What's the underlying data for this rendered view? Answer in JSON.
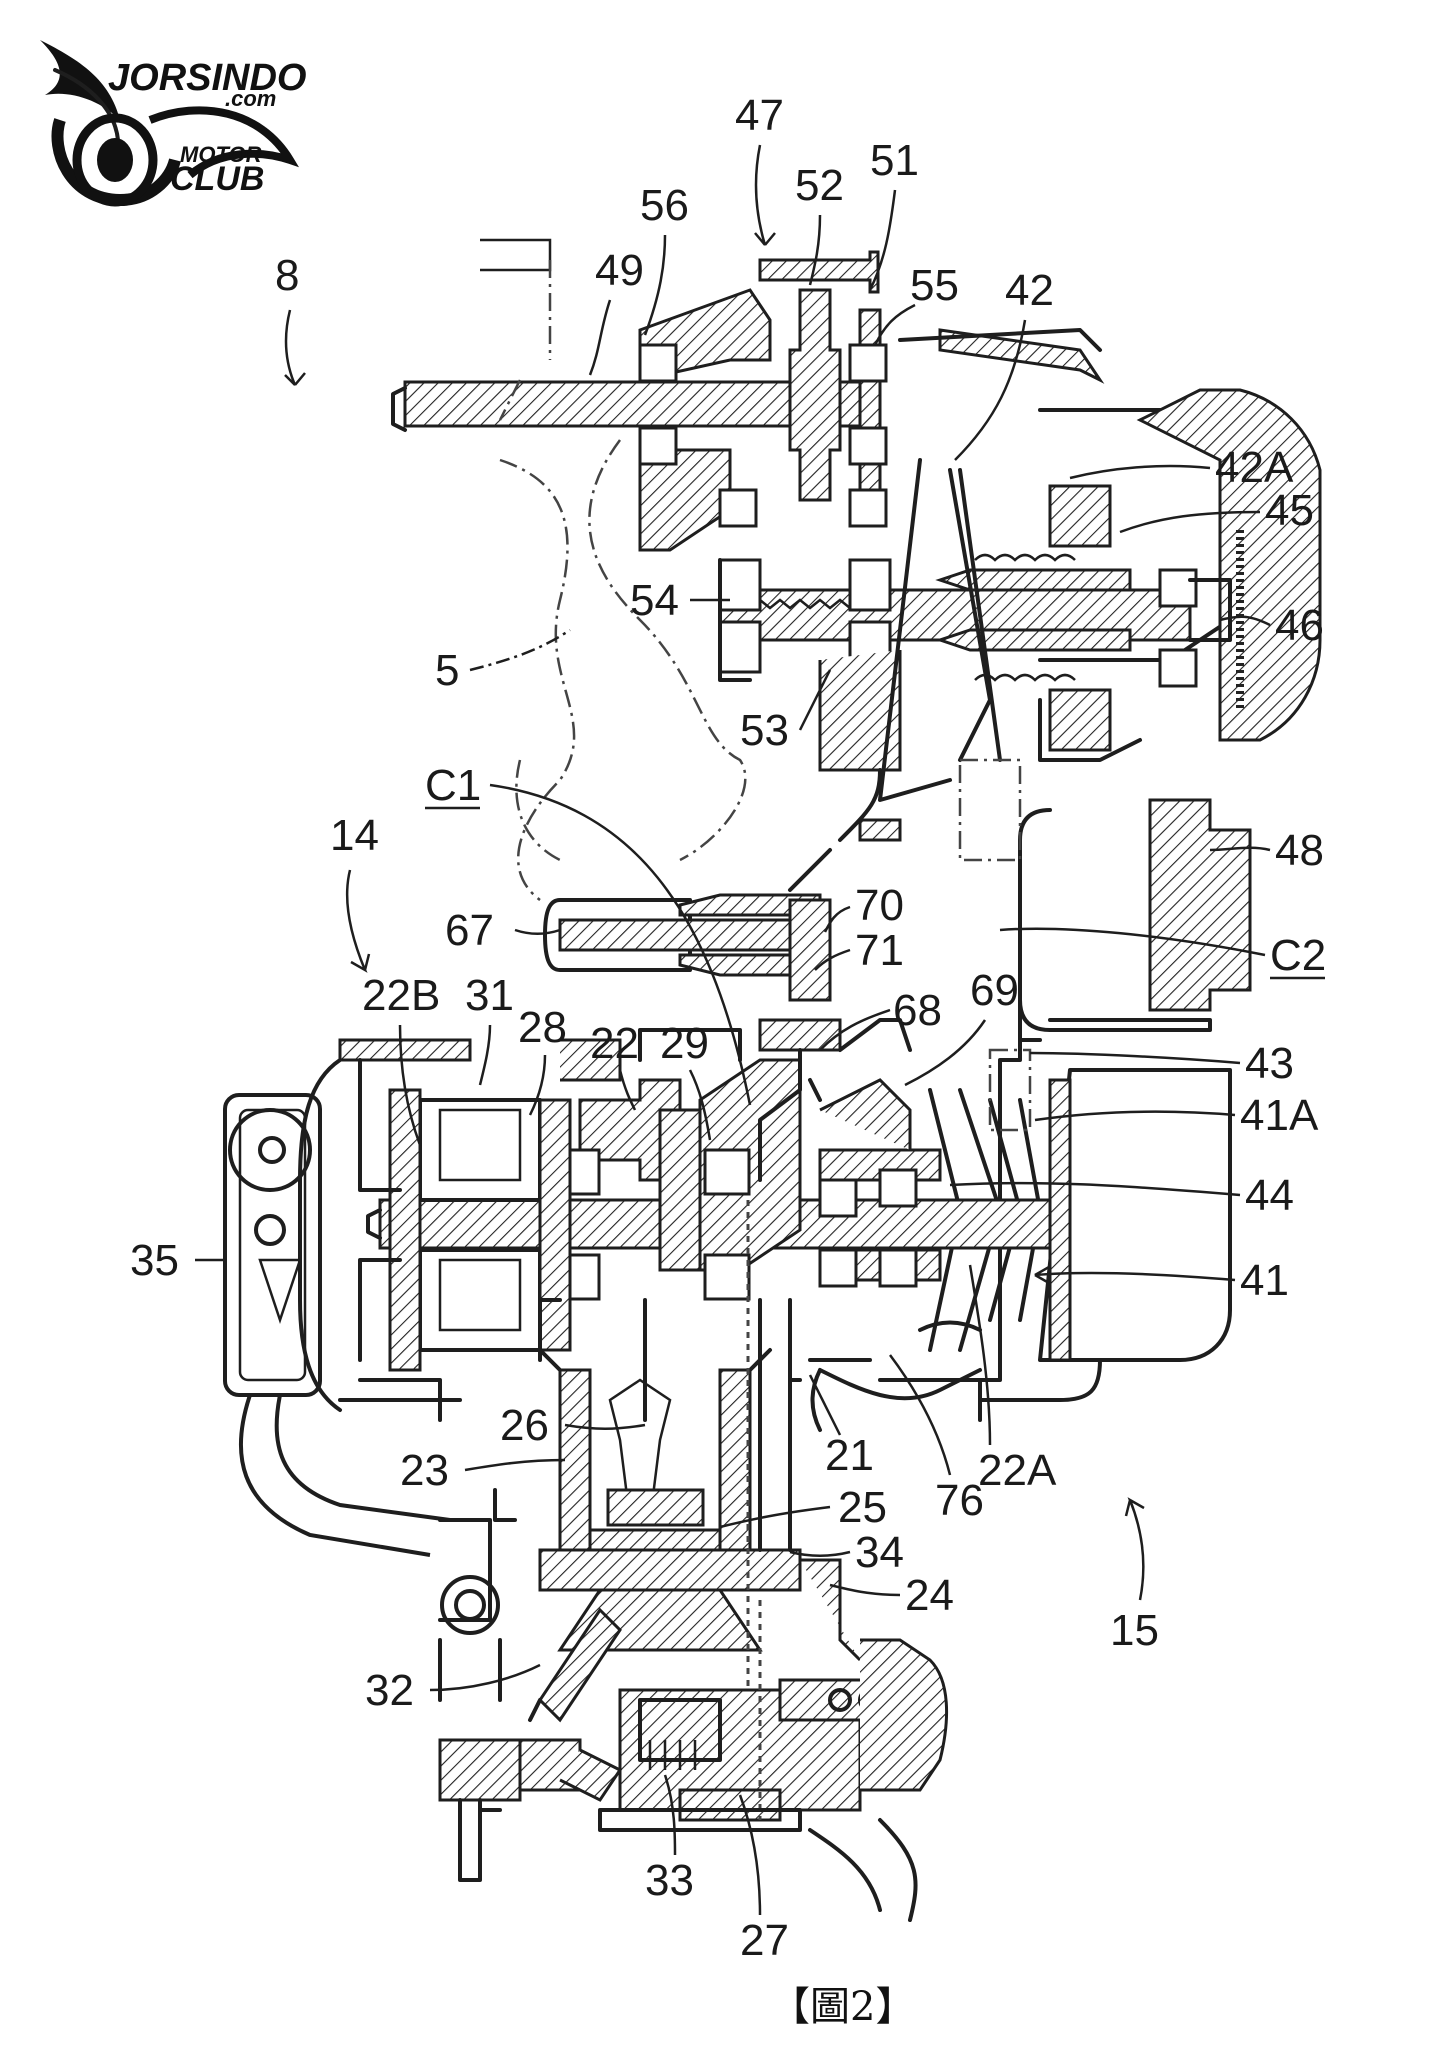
{
  "logo": {
    "line1": "JORSINDO",
    "line2": ".com",
    "line3": "MOTOR",
    "line4": "CLUB"
  },
  "caption": "【圖2】",
  "labels": {
    "l8": "8",
    "l47": "47",
    "l51": "51",
    "l52": "52",
    "l56": "56",
    "l49": "49",
    "l55": "55",
    "l42": "42",
    "l42A": "42A",
    "l45": "45",
    "l54": "54",
    "l46": "46",
    "l5": "5",
    "l53": "53",
    "lC1": "C1",
    "l14": "14",
    "l48": "48",
    "l70": "70",
    "l67": "67",
    "l71": "71",
    "lC2": "C2",
    "l69": "69",
    "l22B": "22B",
    "l31": "31",
    "l28": "28",
    "l22": "22",
    "l29": "29",
    "l68": "68",
    "l43": "43",
    "l41A": "41A",
    "l44": "44",
    "l35": "35",
    "l41": "41",
    "l26": "26",
    "l21": "21",
    "l23": "23",
    "l76": "76",
    "l22A": "22A",
    "l25": "25",
    "l34": "34",
    "l24": "24",
    "l15": "15",
    "l32": "32",
    "l33": "33",
    "l27": "27"
  }
}
